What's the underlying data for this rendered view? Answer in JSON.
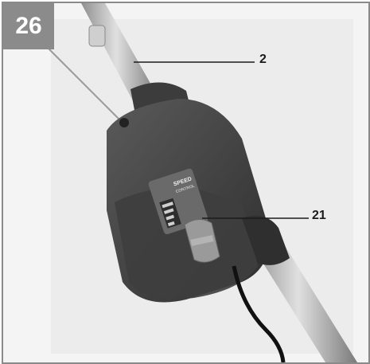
{
  "figure": {
    "number": "26",
    "callouts": [
      {
        "label": "2"
      },
      {
        "label": "21"
      }
    ],
    "device_label_lines": [
      "SPEED",
      "CONTROL"
    ],
    "colors": {
      "badge": "#8b8b8b",
      "background": "#ffffff",
      "housing": "#4a4a4a",
      "handle": "#bdbdbd",
      "lever": "#9a9a9a"
    }
  }
}
